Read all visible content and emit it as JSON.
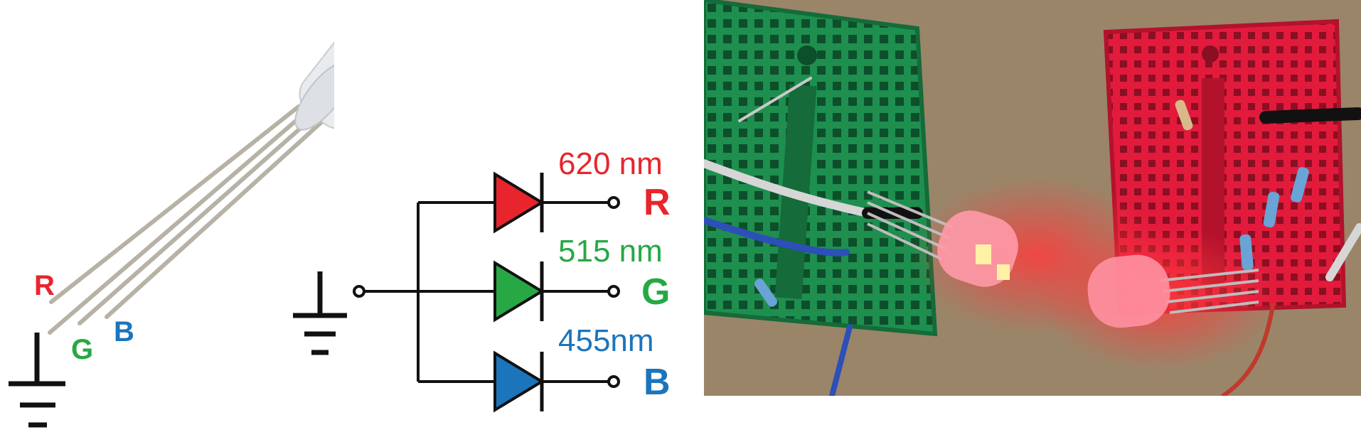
{
  "led_illustration": {
    "pin_labels": [
      "R",
      "G",
      "B"
    ]
  },
  "schematic": {
    "channels": [
      {
        "wavelength": "620 nm",
        "pin": "R",
        "color": "#e8242c"
      },
      {
        "wavelength": "515 nm",
        "pin": "G",
        "color": "#27a844"
      },
      {
        "wavelength": "455nm",
        "pin": "B",
        "color": "#1b75bc"
      }
    ]
  },
  "colors": {
    "red": "#e8242c",
    "green": "#27a844",
    "blue": "#1b75bc",
    "breadboard_green": "#1e8f4e",
    "breadboard_red": "#e21b3c"
  }
}
